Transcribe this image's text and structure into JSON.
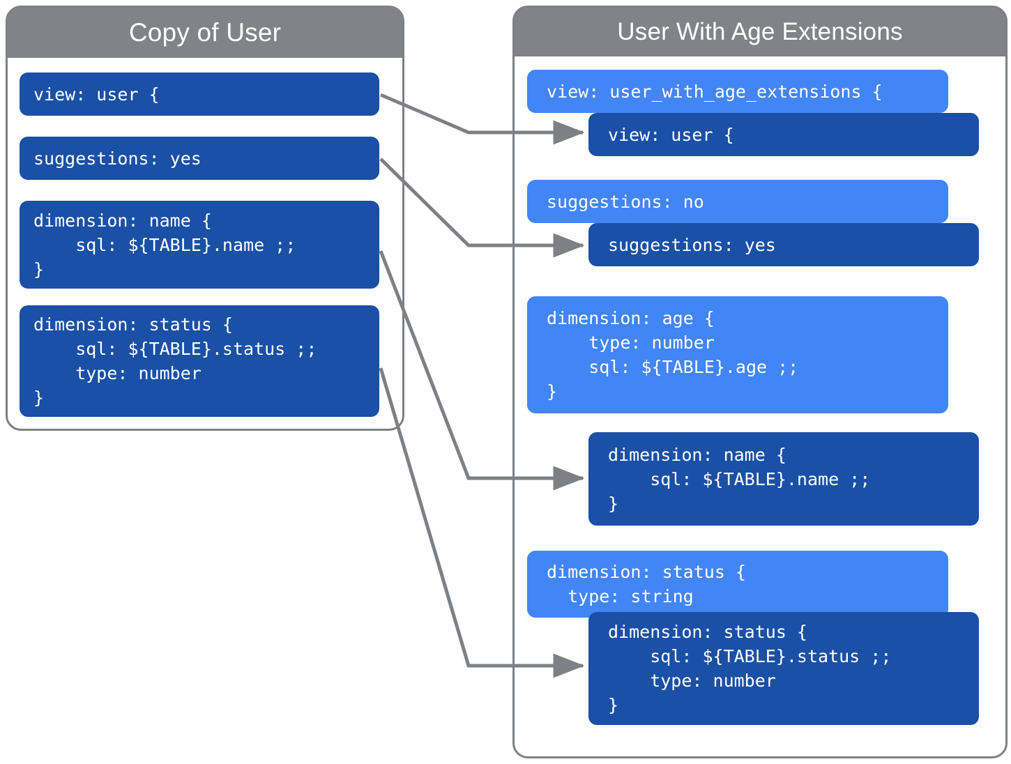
{
  "diagram": {
    "title_left": "Copy of User",
    "title_right": "User With Age Extensions",
    "colors": {
      "panel_border": "#7d8085",
      "panel_header": "#808388",
      "block_dark": "#1a50a5",
      "block_light": "#4285f4",
      "connector": "#7d8085",
      "text": "#ffffff"
    }
  },
  "left_panel": {
    "title": "Copy of User",
    "blocks": [
      {
        "name": "view-block",
        "variant": "dark",
        "code": "view: user {"
      },
      {
        "name": "suggestions-block",
        "variant": "dark",
        "code": "suggestions: yes"
      },
      {
        "name": "dimension-name-block",
        "variant": "dark",
        "code": "dimension: name {\n    sql: ${TABLE}.name ;;\n}"
      },
      {
        "name": "dimension-status-block",
        "variant": "dark",
        "code": "dimension: status {\n    sql: ${TABLE}.status ;;\n    type: number\n}"
      }
    ]
  },
  "right_panel": {
    "title": "User With Age Extensions",
    "blocks": [
      {
        "name": "view-extension-block",
        "variant": "light",
        "code": "view: user_with_age_extensions {"
      },
      {
        "name": "view-inherited-block",
        "variant": "dark",
        "code": "view: user {"
      },
      {
        "name": "suggestions-override-block",
        "variant": "light",
        "code": "suggestions: no"
      },
      {
        "name": "suggestions-inherited-block",
        "variant": "dark",
        "code": "suggestions: yes"
      },
      {
        "name": "dimension-age-block",
        "variant": "light",
        "code": "dimension: age {\n    type: number\n    sql: ${TABLE}.age ;;\n}"
      },
      {
        "name": "dimension-name-inherited-block",
        "variant": "dark",
        "code": "dimension: name {\n    sql: ${TABLE}.name ;;\n}"
      },
      {
        "name": "dimension-status-override-block",
        "variant": "light",
        "code": "dimension: status {\n  type: string"
      },
      {
        "name": "dimension-status-inherited-block",
        "variant": "dark",
        "code": "dimension: status {\n    sql: ${TABLE}.status ;;\n    type: number\n}"
      }
    ]
  },
  "connectors": [
    {
      "name": "connector-view",
      "from": "view-block",
      "to": "view-inherited-block"
    },
    {
      "name": "connector-suggestions",
      "from": "suggestions-block",
      "to": "suggestions-inherited-block"
    },
    {
      "name": "connector-dimension-name",
      "from": "dimension-name-block",
      "to": "dimension-name-inherited-block"
    },
    {
      "name": "connector-dimension-status",
      "from": "dimension-status-block",
      "to": "dimension-status-inherited-block"
    }
  ]
}
